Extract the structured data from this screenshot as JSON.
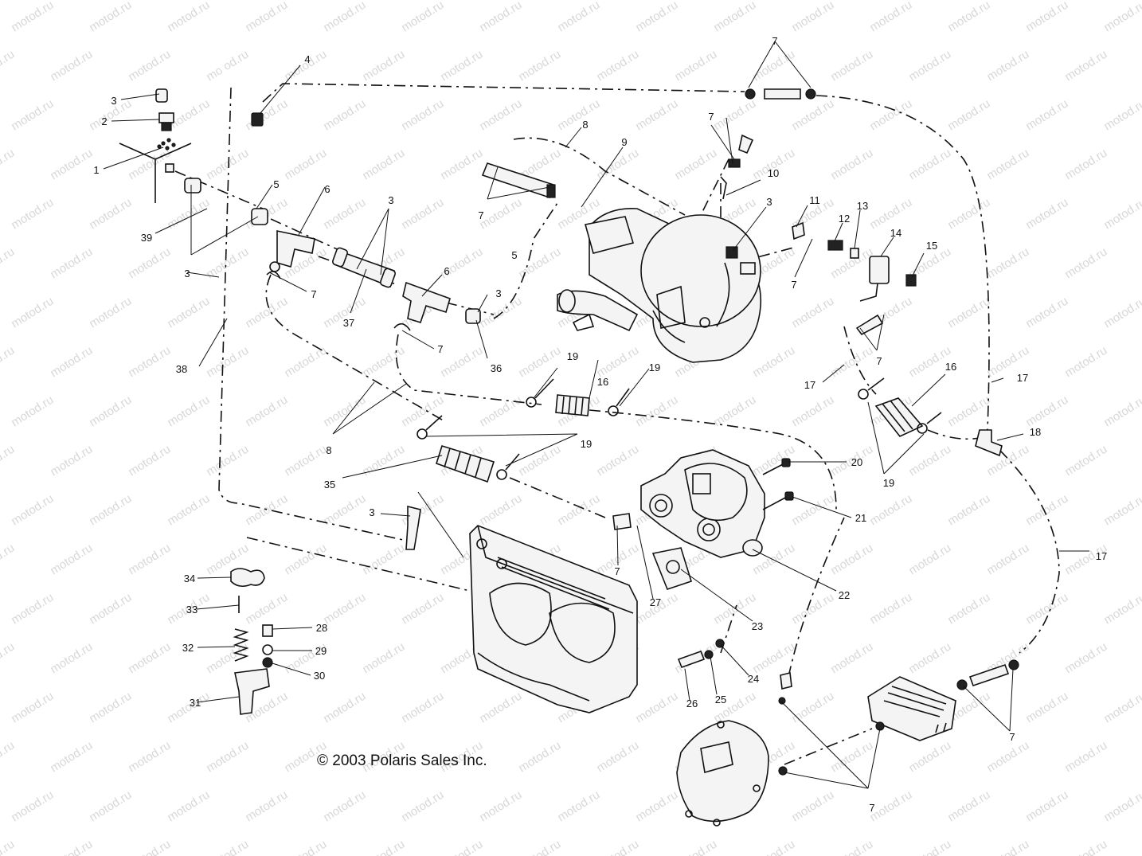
{
  "copyright": "© 2003 Polaris Sales Inc.",
  "watermark": "motod.ru",
  "callouts": {
    "c1": "1",
    "c2": "2",
    "c3a": "3",
    "c3b": "3",
    "c3c": "3",
    "c3d": "3",
    "c3e": "3",
    "c3f": "3",
    "c4": "4",
    "c5a": "5",
    "c5b": "5",
    "c6a": "6",
    "c6b": "6",
    "c7a": "7",
    "c7b": "7",
    "c7c": "7",
    "c7d": "7",
    "c7e": "7",
    "c7f": "7",
    "c7g": "7",
    "c7h": "7",
    "c7i": "7",
    "c7j": "7",
    "c8a": "8",
    "c8b": "8",
    "c9": "9",
    "c10": "10",
    "c11": "11",
    "c12": "12",
    "c13": "13",
    "c14": "14",
    "c15": "15",
    "c16a": "16",
    "c16b": "16",
    "c17a": "17",
    "c17b": "17",
    "c17c": "17",
    "c18": "18",
    "c19a": "19",
    "c19b": "19",
    "c19c": "19",
    "c19d": "19",
    "c20": "20",
    "c21": "21",
    "c22": "22",
    "c23": "23",
    "c24": "24",
    "c25": "25",
    "c26": "26",
    "c27": "27",
    "c28": "28",
    "c29": "29",
    "c30": "30",
    "c31": "31",
    "c32": "32",
    "c33": "33",
    "c34": "34",
    "c35": "35",
    "c36": "36",
    "c37": "37",
    "c38": "38",
    "c39": "39"
  }
}
